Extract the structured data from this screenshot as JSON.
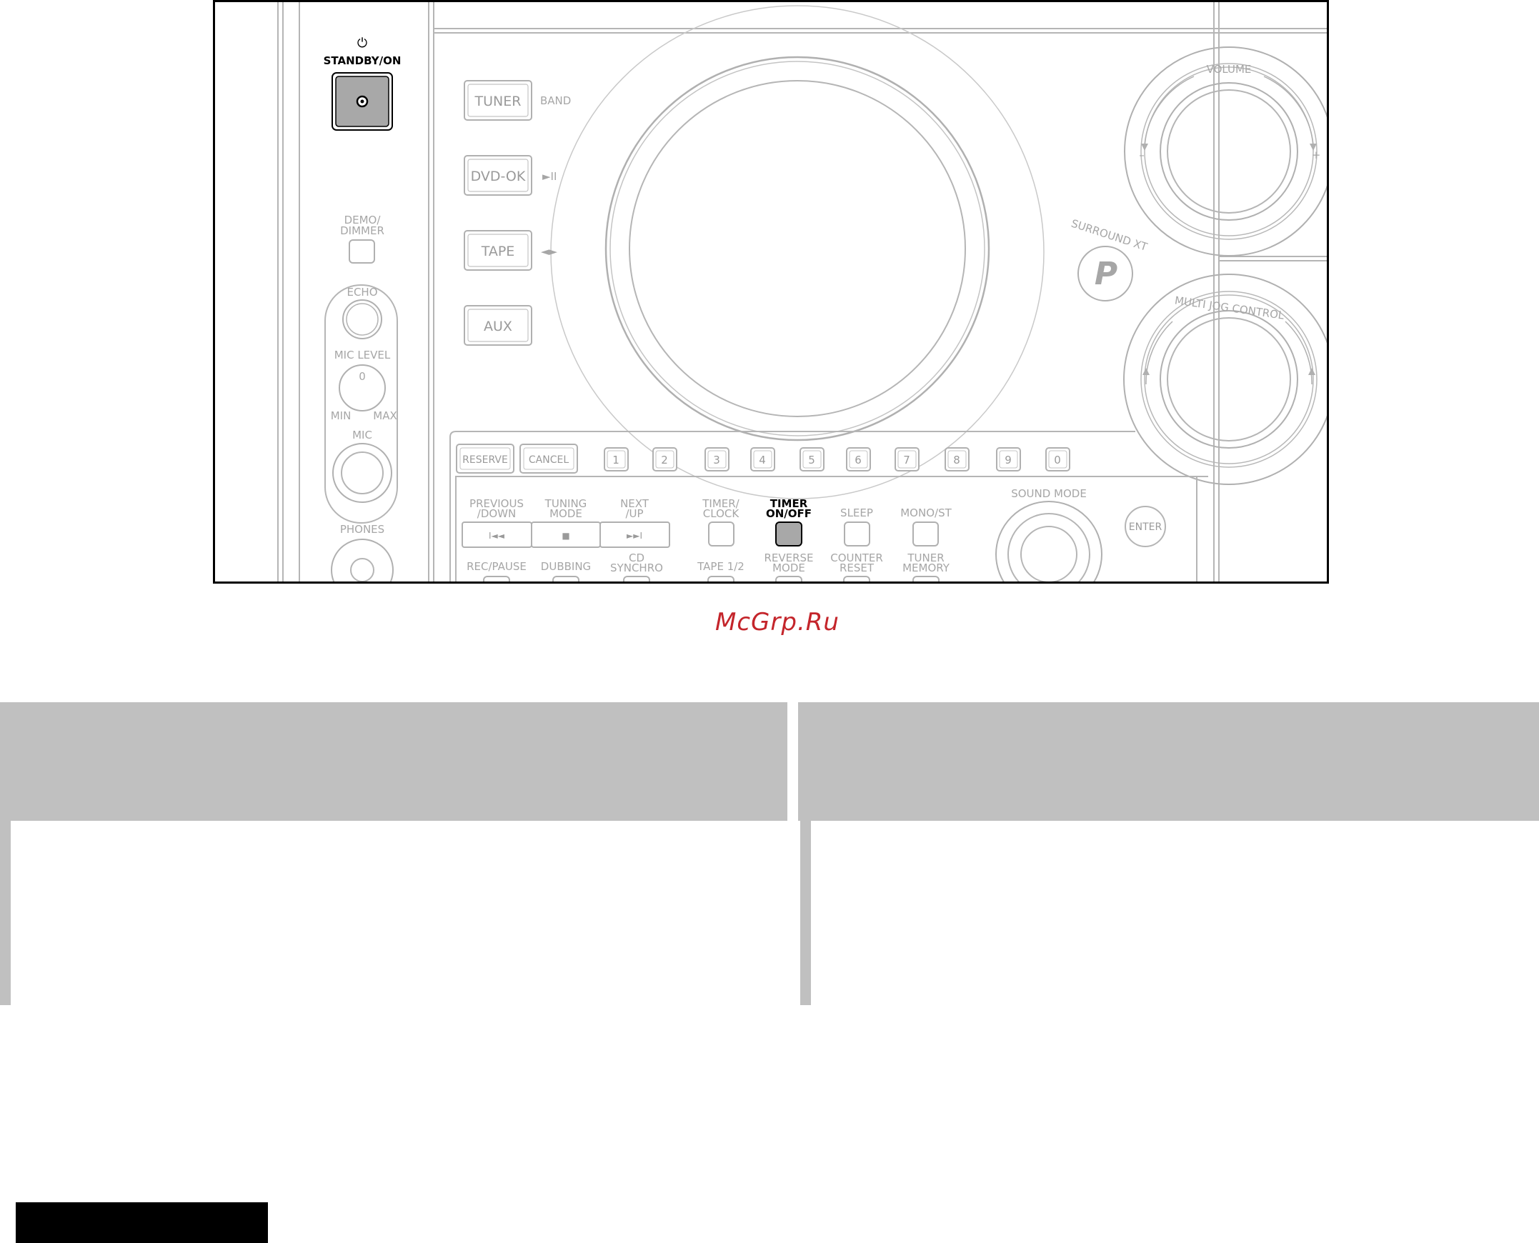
{
  "figure": {
    "standby": {
      "symbol": "⏻",
      "label": "STANDBY/ON"
    },
    "demo_dimmer": {
      "line1": "DEMO/",
      "line2": "DIMMER"
    },
    "echo": "ECHO",
    "mic_level": {
      "label": "MIC LEVEL",
      "zero": "0",
      "min": "MIN",
      "max": "MAX"
    },
    "mic": "MIC",
    "phones": "PHONES",
    "sources": [
      {
        "label": "TUNER",
        "side": "BAND"
      },
      {
        "label": "DVD-OK",
        "side": "►II"
      },
      {
        "label": "TAPE",
        "side": "◄►"
      },
      {
        "label": "AUX",
        "side": ""
      }
    ],
    "volume": {
      "label": "VOLUME",
      "minus": "–",
      "plus": "+"
    },
    "surround": {
      "label": "SURROUND XT",
      "logo": "P"
    },
    "jog": {
      "label": "MULTI JOG CONTROL"
    },
    "reserve": "RESERVE",
    "cancel": "CANCEL",
    "digits": [
      "1",
      "2",
      "3",
      "4",
      "5",
      "6",
      "7",
      "8",
      "9",
      "0"
    ],
    "transport": [
      {
        "line1": "PREVIOUS",
        "line2": "/DOWN",
        "icon": "I◄◄"
      },
      {
        "line1": "TUNING",
        "line2": "MODE",
        "icon": "■"
      },
      {
        "line1": "NEXT",
        "line2": "/UP",
        "icon": "►►I"
      }
    ],
    "timer_clock": {
      "line1": "TIMER/",
      "line2": "CLOCK"
    },
    "timer_onoff": {
      "line1": "TIMER",
      "line2": "ON/OFF"
    },
    "sleep": "SLEEP",
    "mono_st": "MONO/ST",
    "sound_mode": "SOUND MODE",
    "enter": "ENTER",
    "bottom_row": [
      {
        "line1": "REC/PAUSE",
        "line2": ""
      },
      {
        "line1": "DUBBING",
        "line2": ""
      },
      {
        "line1": "CD",
        "line2": "SYNCHRO"
      },
      {
        "line1": "TAPE 1/2",
        "line2": ""
      },
      {
        "line1": "REVERSE",
        "line2": "MODE"
      },
      {
        "line1": "COUNTER",
        "line2": "RESET"
      },
      {
        "line1": "TUNER",
        "line2": "MEMORY"
      }
    ]
  },
  "watermark": "McGrp.Ru",
  "colors": {
    "highlight_fill": "#a8a8a8",
    "line_gray": "#b5b5b5",
    "panel_gray": "#c0c0c0",
    "watermark_red": "#c4252b"
  }
}
